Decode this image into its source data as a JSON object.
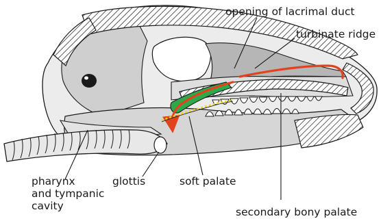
{
  "labels": {
    "lacrimal": "opening of lacrimal duct",
    "turbinate": "turbinate ridge",
    "pharynx_1": "pharynx",
    "pharynx_2": "and tympanic",
    "pharynx_3": "cavity",
    "glottis": "glottis",
    "soft_palate": "soft palate",
    "bony_palate": "secondary bony palate"
  },
  "colors": {
    "skull_light": "#ececec",
    "skull_mid": "#cfcfcf",
    "skull_dark": "#b6b6b6",
    "cut_bone_hatch": "#1a1a1a",
    "turbinate_ridge_stroke": "#e2431f",
    "green_tissue": "#2fa84a",
    "yellow_dashed_line": "#f2d21c",
    "air_path_arrow": "#e2431f"
  }
}
